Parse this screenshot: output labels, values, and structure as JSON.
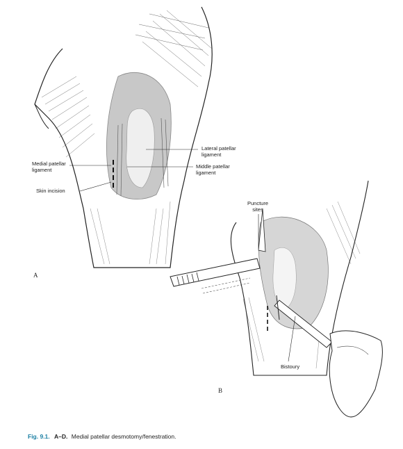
{
  "figure_a": {
    "panel_letter": "A",
    "labels": {
      "lateral_patellar_ligament": "Lateral patellar\nligament",
      "medial_patellar_ligament": "Medial patellar\nligament",
      "middle_patellar_ligament": "Middle patellar\nligament",
      "skin_incision": "Skin incision"
    }
  },
  "figure_b": {
    "panel_letter": "B",
    "labels": {
      "puncture_sites": "Puncture\nsites",
      "bistoury": "Bistoury"
    }
  },
  "caption": {
    "fig_number": "Fig. 9.1.",
    "panels": "A–D.",
    "text": "Medial patellar desmotomy/fenestration."
  }
}
